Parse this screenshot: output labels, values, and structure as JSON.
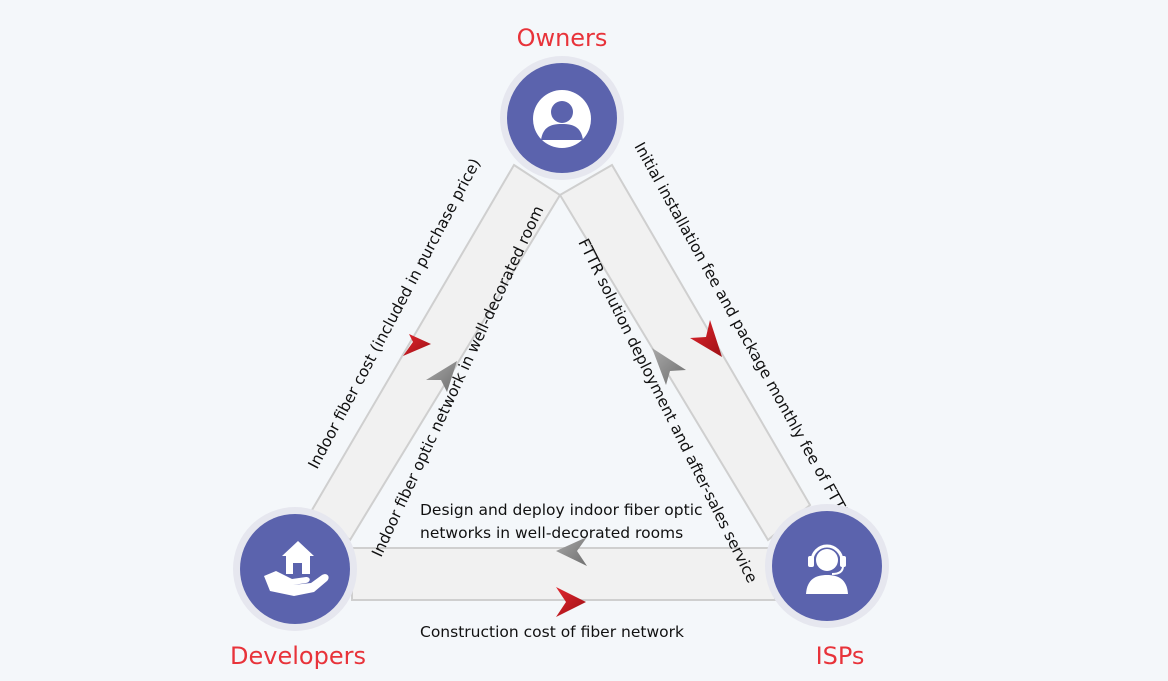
{
  "nodes": {
    "owners": {
      "label": "Owners",
      "icon": "person-icon"
    },
    "developers": {
      "label": "Developers",
      "icon": "house-in-hand-icon"
    },
    "isps": {
      "label": "ISPs",
      "icon": "headset-agent-icon"
    }
  },
  "flows": {
    "dev_to_owner": "Indoor fiber optic network in well-decorated room",
    "owner_to_dev": "Indoor fiber cost (included in purchase price)",
    "isp_to_owner": "FTTR solution deployment and after-sales service",
    "owner_to_isp": "Initial installation fee and package monthly fee of FTTR",
    "isp_to_dev_line1": "Design and deploy indoor fiber optic",
    "isp_to_dev_line2": "networks in well-decorated rooms",
    "dev_to_isp": "Construction cost of fiber network"
  },
  "colors": {
    "background": "#f4f7fa",
    "node_circle": "#5b63ad",
    "node_ring": "#e6e7ef",
    "label_red": "#e8333a",
    "arrow_red": "#c9181f",
    "arrow_gray": "#8f8f8f",
    "band_fill": "#f1f1f1",
    "band_stroke": "#cfcfcf"
  }
}
